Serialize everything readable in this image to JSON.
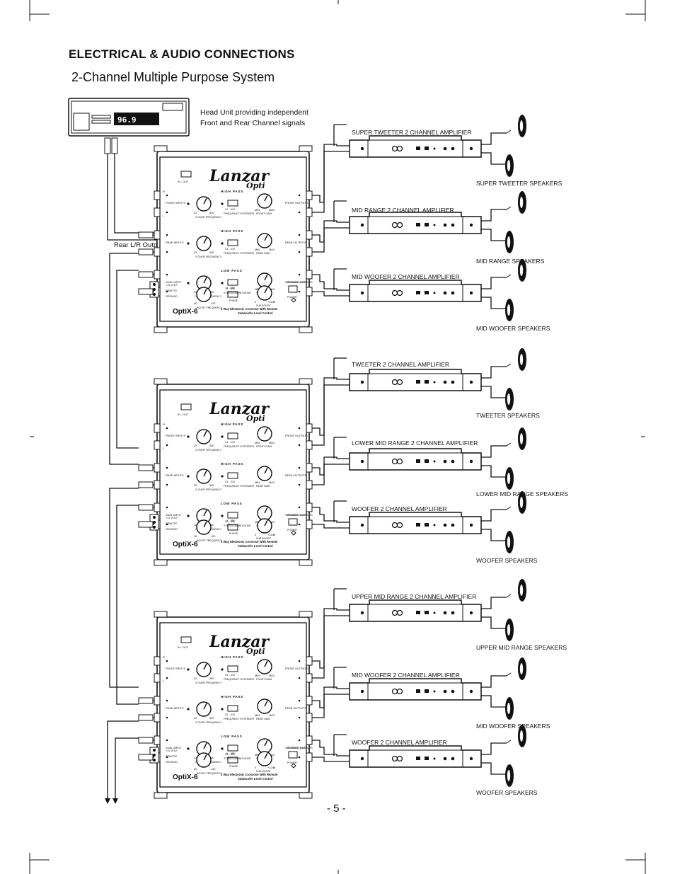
{
  "heading": "ELECTRICAL & AUDIO CONNECTIONS",
  "subheading": "2-Channel Multiple Purpose System",
  "head_unit": {
    "display": "96.9",
    "note_line1": "Head Unit providing independent",
    "note_line2": "Front and Rear Channel signals"
  },
  "rear_outputs_label": "Rear L/R Outputs",
  "crossover": {
    "logo": "Lanzar",
    "logo_sub": "Opti",
    "model": "OptiX-6",
    "description_line1": "3 Way Electronic Crossove With Remote",
    "description_line2": "Subwoofer Level Control",
    "switch_label": "IN - OUT\nDUAL INPUT",
    "section_high_pass": "HIGH PASS",
    "section_low_pass": "LOW PASS",
    "front_inputs": "FRONT INPUTS",
    "rear_inputs": "REAR INPUTS",
    "dual_input": "DUAL INPUT",
    "front_outputs": "FRONT OUTPUTS",
    "rear_outputs": "REAR OUTPUTS",
    "sub_outputs": "SUB WAVE OUTPUTS",
    "x_over_frequency": "X-OVER FREQUENCY",
    "frequency_extender": "FREQUENCY EXTENDER",
    "stereo_mono_mode": "STEREO/MONO MODE",
    "x1_x10": "X1 - X10",
    "front_gain": "FRONT GAIN",
    "rear_gain": "REAR GAIN",
    "sub_gain": "SUB GAIN",
    "boost_frequency": "BOOST FREQUENCY",
    "phase": "PHASE",
    "phase_range": "0 - 180°",
    "sub_boost": "SUB BOOST",
    "remote_level": "REMOTE LEVEL",
    "power": "POWER",
    "plus12v": "+12 VOLT",
    "remote": "REMOTE",
    "ground": "GROUND",
    "min": "MIN",
    "max": "MAX",
    "f32": "32",
    "f500": "500",
    "f40": "40",
    "f120": "120",
    "b0": "0",
    "b12": "+12dB",
    "ch_r": "R",
    "ch_l": "L"
  },
  "amplifiers": [
    {
      "label": "SUPER TWEETER 2 CHANNEL AMPLIFIER",
      "speakers": "SUPER TWEETER SPEAKERS"
    },
    {
      "label": "MID RANGE 2 CHANNEL AMPLIFIER",
      "speakers": "MID RANGE SPEAKERS"
    },
    {
      "label": "MID WOOFER 2 CHANNEL AMPLIFIER",
      "speakers": "MID WOOFER SPEAKERS"
    },
    {
      "label": "TWEETER 2 CHANNEL AMPLIFIER",
      "speakers": "TWEETER SPEAKERS"
    },
    {
      "label": "LOWER MID RANGE 2 CHANNEL AMPLIFIER",
      "speakers": "LOWER MID RANGE SPEAKERS"
    },
    {
      "label": "WOOFER 2 CHANNEL AMPLIFIER",
      "speakers": "WOOFER SPEAKERS"
    },
    {
      "label": "UPPER MID RANGE 2 CHANNEL AMPLIFIER",
      "speakers": "UPPER MID RANGE SPEAKERS"
    },
    {
      "label": "MID WOOFER 2 CHANNEL AMPLIFIER",
      "speakers": "MID WOOFER SPEAKERS"
    },
    {
      "label": "WOOFER 2 CHANNEL AMPLIFIER",
      "speakers": "WOOFER SPEAKERS"
    }
  ],
  "page_number": "- 5 -"
}
